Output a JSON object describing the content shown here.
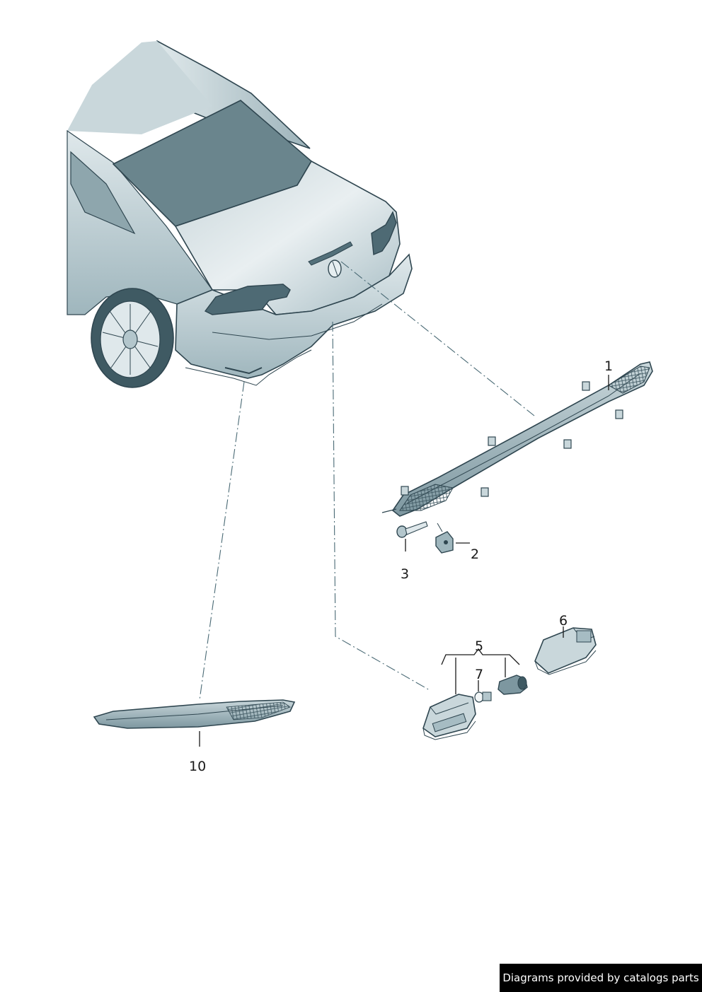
{
  "callouts": {
    "c1": "1",
    "c2": "2",
    "c3": "3",
    "c5": "5",
    "c6": "6",
    "c7": "7",
    "c10": "10"
  },
  "credit": "Diagrams provided by catalogs parts",
  "colors": {
    "body_light": "#e9eff1",
    "body_mid": "#b3c6cc",
    "body_dark": "#6f8c96",
    "glass": "#6a858d",
    "outline": "#2f4650"
  }
}
